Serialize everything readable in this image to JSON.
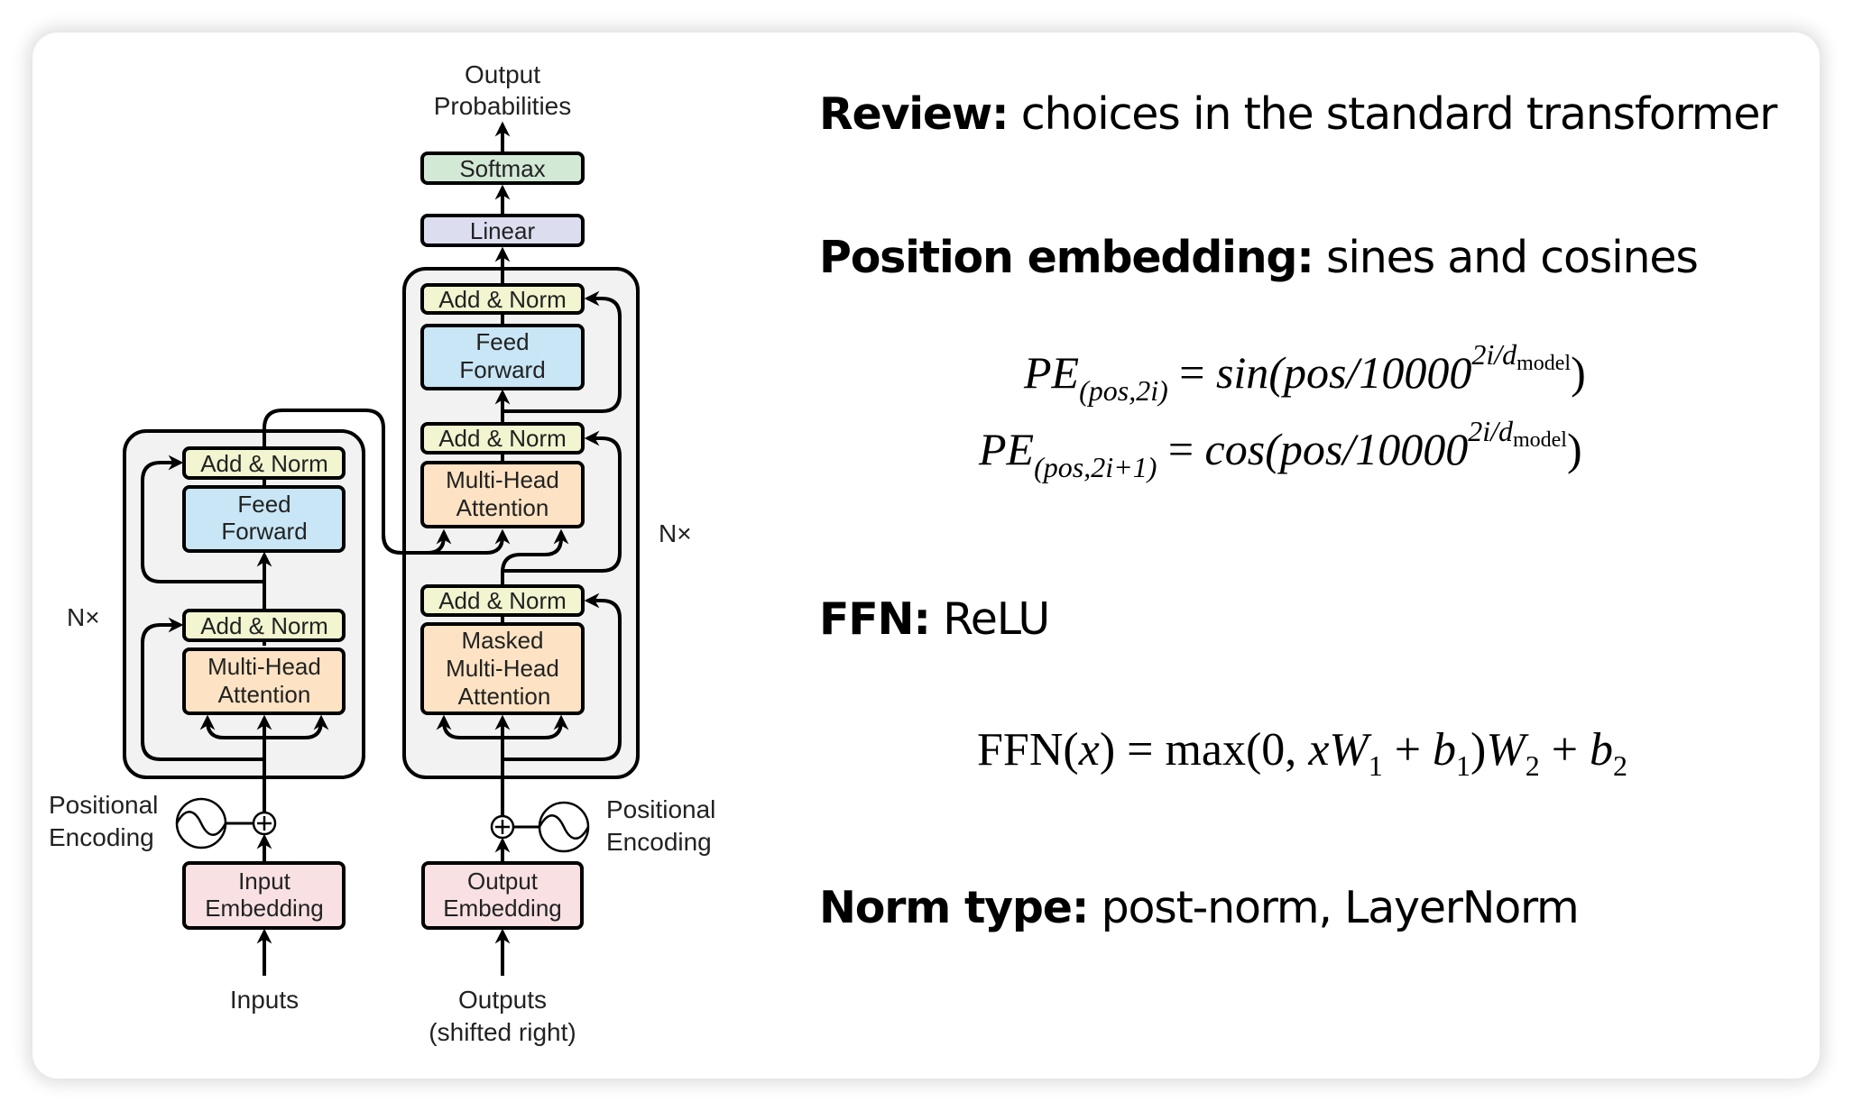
{
  "slide": {
    "headings": {
      "review": {
        "bold": "Review:",
        "rest": " choices in the standard transformer"
      },
      "position": {
        "bold": "Position embedding:",
        "rest": " sines and cosines"
      },
      "ffn": {
        "bold": "FFN:",
        "rest": " ReLU"
      },
      "norm": {
        "bold": "Norm type:",
        "rest": " post-norm, LayerNorm"
      }
    },
    "formulas": {
      "pe_sin": {
        "lhs": "PE",
        "lhs_sub": "(pos,2i)",
        "eq": " = ",
        "fn": "sin",
        "arg": "(pos/10000",
        "exp": "2i/d",
        "exp_sub": "model",
        "close": ")"
      },
      "pe_cos": {
        "lhs": "PE",
        "lhs_sub": "(pos,2i+1)",
        "eq": " = ",
        "fn": "cos",
        "arg": "(pos/10000",
        "exp": "2i/d",
        "exp_sub": "model",
        "close": ")"
      },
      "ffn": {
        "name": "FFN(",
        "var": "x",
        "mid": ") = max(0, ",
        "x2": "xW",
        "s1": "1",
        "plus1": " + ",
        "b1": "b",
        "s2": "1",
        "close1": ")",
        "W2": "W",
        "s3": "2",
        "plus2": " + ",
        "b2": "b",
        "s4": "2"
      }
    }
  },
  "diagram": {
    "colors": {
      "add_norm": "#f2f5cf",
      "feed_forward": "#c8e6f5",
      "attention": "#fde3c3",
      "embedding": "#f8e0e3",
      "linear": "#dcdef0",
      "softmax": "#d2e9d6",
      "stack_bg": "#f2f2f2"
    },
    "output_label": [
      "Output",
      "Probabilities"
    ],
    "softmax": "Softmax",
    "linear": "Linear",
    "encoder": {
      "repeat_label": "N×",
      "add_norm_top": "Add & Norm",
      "feed_forward": [
        "Feed",
        "Forward"
      ],
      "add_norm_bottom": "Add & Norm",
      "attention": [
        "Multi-Head",
        "Attention"
      ],
      "positional_encoding": [
        "Positional",
        "Encoding"
      ],
      "embedding": [
        "Input",
        "Embedding"
      ],
      "input_label": "Inputs"
    },
    "decoder": {
      "repeat_label": "N×",
      "add_norm_top": "Add & Norm",
      "feed_forward": [
        "Feed",
        "Forward"
      ],
      "add_norm_mid": "Add & Norm",
      "attention": [
        "Multi-Head",
        "Attention"
      ],
      "add_norm_bottom": "Add & Norm",
      "masked_attention": [
        "Masked",
        "Multi-Head",
        "Attention"
      ],
      "positional_encoding": [
        "Positional",
        "Encoding"
      ],
      "embedding": [
        "Output",
        "Embedding"
      ],
      "input_label": [
        "Outputs",
        "(shifted right)"
      ]
    }
  }
}
